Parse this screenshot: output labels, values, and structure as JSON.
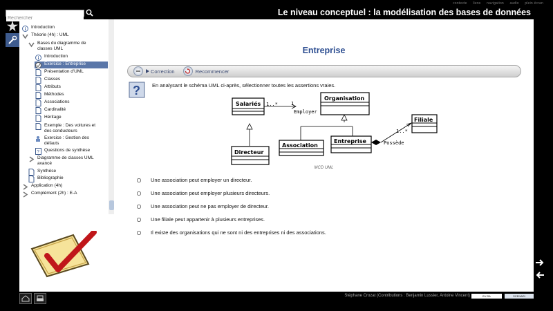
{
  "header": {
    "title": "Le niveau conceptuel : la modélisation des bases de données",
    "top_links": [
      "contexte",
      "liens",
      "navigation",
      "audio",
      "plein écran"
    ]
  },
  "search": {
    "placeholder": "Rechercher",
    "value": ""
  },
  "sidebar": {
    "items": [
      {
        "label": "Introduction",
        "icon": "info-icon"
      },
      {
        "label": "Théorie (4h) : UML",
        "icon": "chevron-down-icon"
      },
      {
        "label": "Bases du diagramme de classes UML",
        "icon": "chevron-down-icon"
      },
      {
        "label": "Introduction",
        "icon": "info-icon"
      },
      {
        "label": "Exercice : Entreprise",
        "icon": "exercise-icon"
      },
      {
        "label": "Présentation d'UML",
        "icon": "page-icon"
      },
      {
        "label": "Classes",
        "icon": "page-icon"
      },
      {
        "label": "Attributs",
        "icon": "page-icon"
      },
      {
        "label": "Méthodes",
        "icon": "page-icon"
      },
      {
        "label": "Associations",
        "icon": "page-icon"
      },
      {
        "label": "Cardinalité",
        "icon": "page-icon"
      },
      {
        "label": "Héritage",
        "icon": "page-icon"
      },
      {
        "label": "Exemple : Des voitures et des conducteurs",
        "icon": "page-icon"
      },
      {
        "label": "Exercice : Gestion des défauts",
        "icon": "exercise-icon"
      },
      {
        "label": "Questions de synthèse",
        "icon": "question-page-icon"
      },
      {
        "label": "Diagramme de classes UML avancé",
        "icon": "chevron-right-icon"
      },
      {
        "label": "Synthèse",
        "icon": "page-icon"
      },
      {
        "label": "Bibliographie",
        "icon": "page-icon"
      },
      {
        "label": "Application (4h)",
        "icon": "chevron-right-icon"
      },
      {
        "label": "Complément (2h) : E-A",
        "icon": "chevron-right-icon"
      }
    ]
  },
  "main": {
    "title": "Entreprise",
    "toolbar": {
      "correction": "Correction",
      "restart": "Recommencer"
    },
    "question": "En analysant le schéma UML ci-après, sélectionner toutes les assertions vraies.",
    "diagram": {
      "caption": "MCD UML",
      "classes": [
        "Salariés",
        "Organisation",
        "Filiale",
        "Directeur",
        "Association",
        "Entreprise"
      ],
      "labels": {
        "employer": "Employer",
        "possede": "Possède",
        "m1": "1..*",
        "one": "1",
        "m2": "1..*"
      }
    },
    "options": [
      "Une association peut employer un directeur.",
      "Une association peut employer plusieurs directeurs.",
      "Une association peut ne pas employer de directeur.",
      "Une filiale peut appartenir à plusieurs entreprises.",
      "Il existe des organisations qui ne sont ni des entreprises ni des associations."
    ]
  },
  "footer": {
    "credits": "Stéphane Crozat (Contributions : Benjamin Lussier, Antoine Vincent)",
    "license": "BY-SA",
    "engine": "SCENARI"
  },
  "colors": {
    "accent": "#2d4e91",
    "active": "#5a76a8",
    "bar": "#000000"
  }
}
